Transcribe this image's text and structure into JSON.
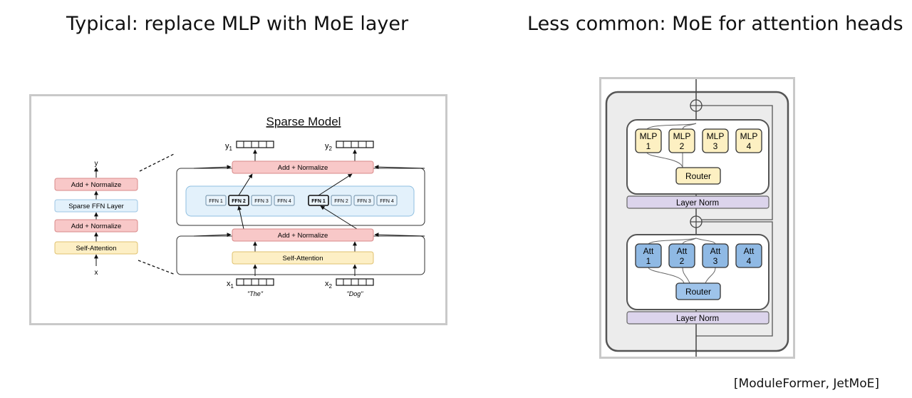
{
  "headings": {
    "left": "Typical: replace MLP with MoE layer",
    "right": "Less common: MoE for attention heads"
  },
  "citation": "[ModuleFormer, JetMoE]",
  "left_figure": {
    "title": "Sparse Model",
    "dense_stack": {
      "output": "y",
      "input": "x",
      "blocks": [
        "Add + Normalize",
        "Sparse FFN Layer",
        "Add + Normalize",
        "Self-Attention"
      ]
    },
    "top_add_norm": "Add + Normalize",
    "bottom_add_norm": "Add + Normalize",
    "self_attention": "Self-Attention",
    "ffn_left": [
      "FFN 1",
      "FFN 2",
      "FFN 3",
      "FFN 4"
    ],
    "ffn_right": [
      "FFN 1",
      "FFN 2",
      "FFN 3",
      "FFN 4"
    ],
    "outputs": {
      "y1": "y",
      "y1_sub": "1",
      "y2": "y",
      "y2_sub": "2"
    },
    "inputs": {
      "x1": "x",
      "x1_sub": "1",
      "x2": "x",
      "x2_sub": "2",
      "x1_word": "\"The\"",
      "x2_word": "\"Dog\""
    }
  },
  "right_figure": {
    "mlp": [
      {
        "name": "MLP",
        "num": "1"
      },
      {
        "name": "MLP",
        "num": "2"
      },
      {
        "name": "MLP",
        "num": "3"
      },
      {
        "name": "MLP",
        "num": "4"
      }
    ],
    "att": [
      {
        "name": "Att",
        "num": "1"
      },
      {
        "name": "Att",
        "num": "2"
      },
      {
        "name": "Att",
        "num": "3"
      },
      {
        "name": "Att",
        "num": "4"
      }
    ],
    "router_top": "Router",
    "router_bottom": "Router",
    "layer_norm_top": "Layer Norm",
    "layer_norm_bottom": "Layer Norm"
  },
  "colors": {
    "add_normalize": "#f8c8c8",
    "sparse_ffn": "#e3f1fb",
    "self_attention": "#fdefc5",
    "mlp_expert": "#fdf0c2",
    "att_expert": "#8fb9e4",
    "router_mlp": "#fdf0c2",
    "router_att": "#9ec3ea",
    "layer_norm": "#dcd4ec"
  }
}
